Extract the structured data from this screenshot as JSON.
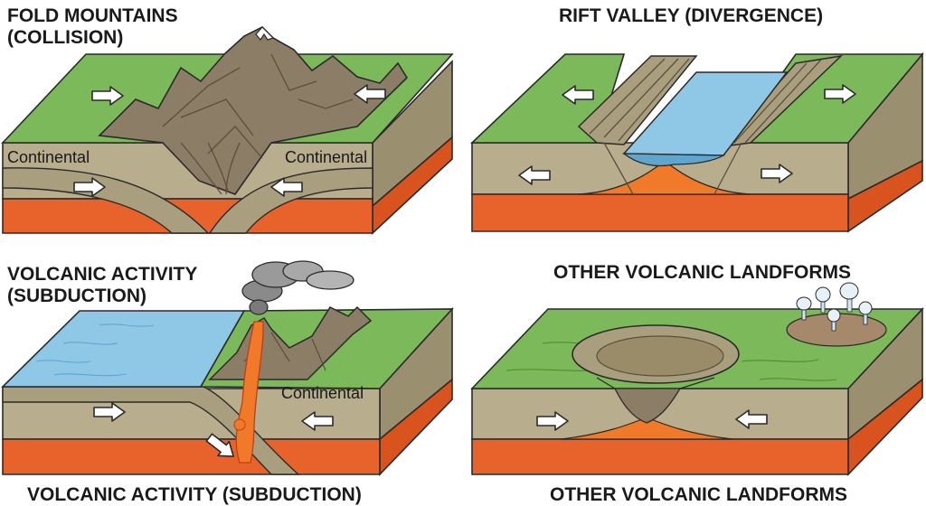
{
  "panels": {
    "fold": {
      "title_line1": "FOLD MOUNTAINS",
      "title_line2": "(COLLISION)",
      "label_left": "Continental",
      "label_right": "Continental"
    },
    "rift": {
      "title": "RIFT VALLEY (DIVERGENCE)"
    },
    "volcanic": {
      "title_line1": "VOLCANIC ACTIVITY",
      "title_line2": "(SUBDUCTION)",
      "label": "Continental",
      "caption": "VOLCANIC ACTIVITY (SUBDUCTION)"
    },
    "other": {
      "title": "OTHER VOLCANIC LANDFORMS",
      "caption": "OTHER VOLCANIC LANDFORMS"
    }
  },
  "colors": {
    "grass": "#7cb95a",
    "rock": "#a99f7e",
    "crust": "#b8ad8c",
    "mantle": "#e8632b",
    "water": "#8fc7e6",
    "mountain": "#8b7d66",
    "lava": "#f07a2a",
    "outline": "#2a2a2a"
  },
  "icons": [
    "arrow-icon",
    "snow-cap-icon",
    "ash-cloud-icon",
    "geyser-icon"
  ]
}
